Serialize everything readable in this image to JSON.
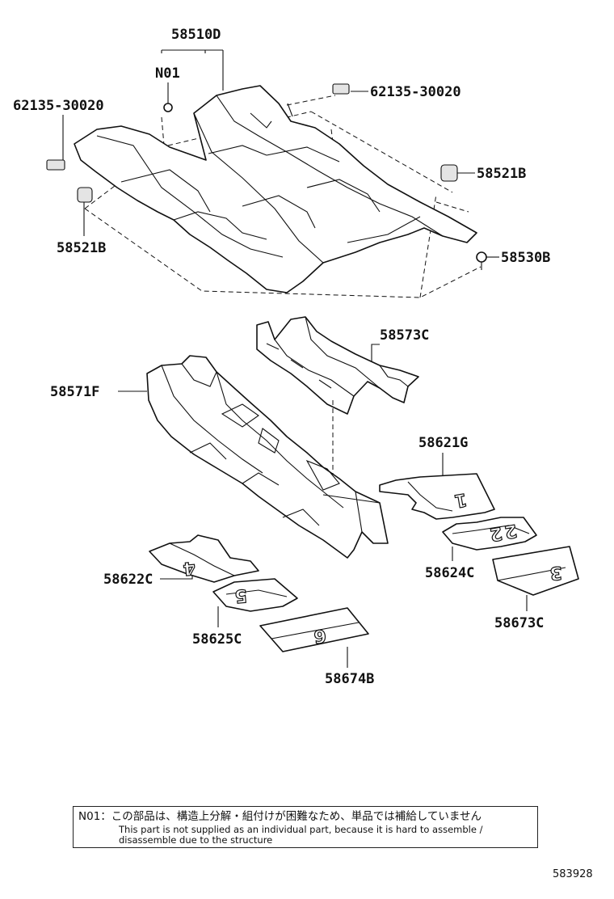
{
  "callouts": {
    "main_floor_carpet": "58510D",
    "n01": "N01",
    "clip_left": "62135-30020",
    "clip_right": "62135-30020",
    "hook_right": "58521B",
    "hook_left": "58521B",
    "clip_rear": "58530B",
    "center_tunnel_pad": "58573C",
    "front_floor_carpet": "58571F",
    "mat_1": "58621G",
    "mat_4": "58622C",
    "mat_2": "58624C",
    "mat_5": "58625C",
    "mat_3": "58673C",
    "mat_6": "58674B"
  },
  "mat_numbers": {
    "mat_1": "1",
    "mat_2": "2",
    "mat_3": "3",
    "mat_4": "4",
    "mat_5": "5",
    "mat_6": "6"
  },
  "note": {
    "japanese": "N01：この部品は、構造上分解・組付けが困難なため、単品では補給していません",
    "english": "This part is not supplied as an individual part, because it is hard to assemble / disassemble due to the structure"
  },
  "diagram_code": "583928"
}
